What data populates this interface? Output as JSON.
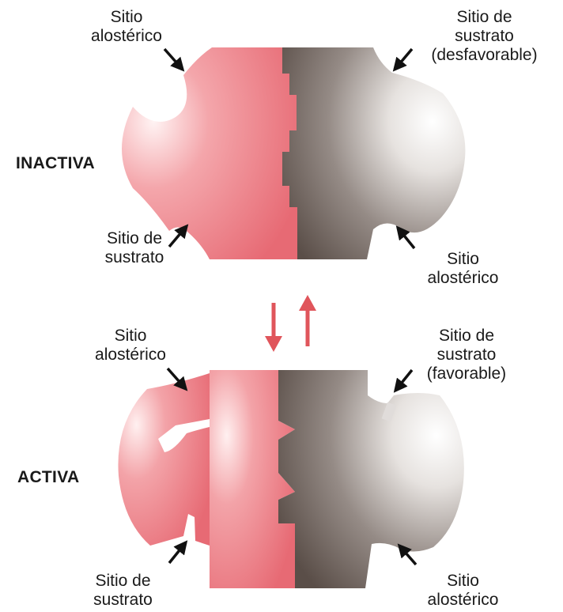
{
  "colors": {
    "red_subunit": "#ec7d86",
    "red_highlight": "#fff3f3",
    "gray_subunit": "#6f625c",
    "gray_highlight": "#ffffff",
    "arrow_red": "#e0555b",
    "pointer": "#111111",
    "text": "#1a1a1a"
  },
  "states": {
    "inactive": "INACTIVA",
    "active": "ACTIVA"
  },
  "inactive": {
    "top_left": {
      "line1": "Sitio",
      "line2": "alostérico"
    },
    "top_right": {
      "line1": "Sitio de",
      "line2": "sustrato",
      "line3": "(desfavorable)"
    },
    "bottom_left": {
      "line1": "Sitio de",
      "line2": "sustrato"
    },
    "bottom_right": {
      "line1": "Sitio",
      "line2": "alostérico"
    }
  },
  "active": {
    "top_left": {
      "line1": "Sitio",
      "line2": "alostérico"
    },
    "top_right": {
      "line1": "Sitio de",
      "line2": "sustrato",
      "line3": "(favorable)"
    },
    "bottom_left": {
      "line1": "Sitio de",
      "line2": "sustrato"
    },
    "bottom_right": {
      "line1": "Sitio",
      "line2": "alostérico"
    }
  },
  "icons": {
    "equilibrium": "double-arrow-icon",
    "pointer": "pointer-arrow-icon"
  }
}
